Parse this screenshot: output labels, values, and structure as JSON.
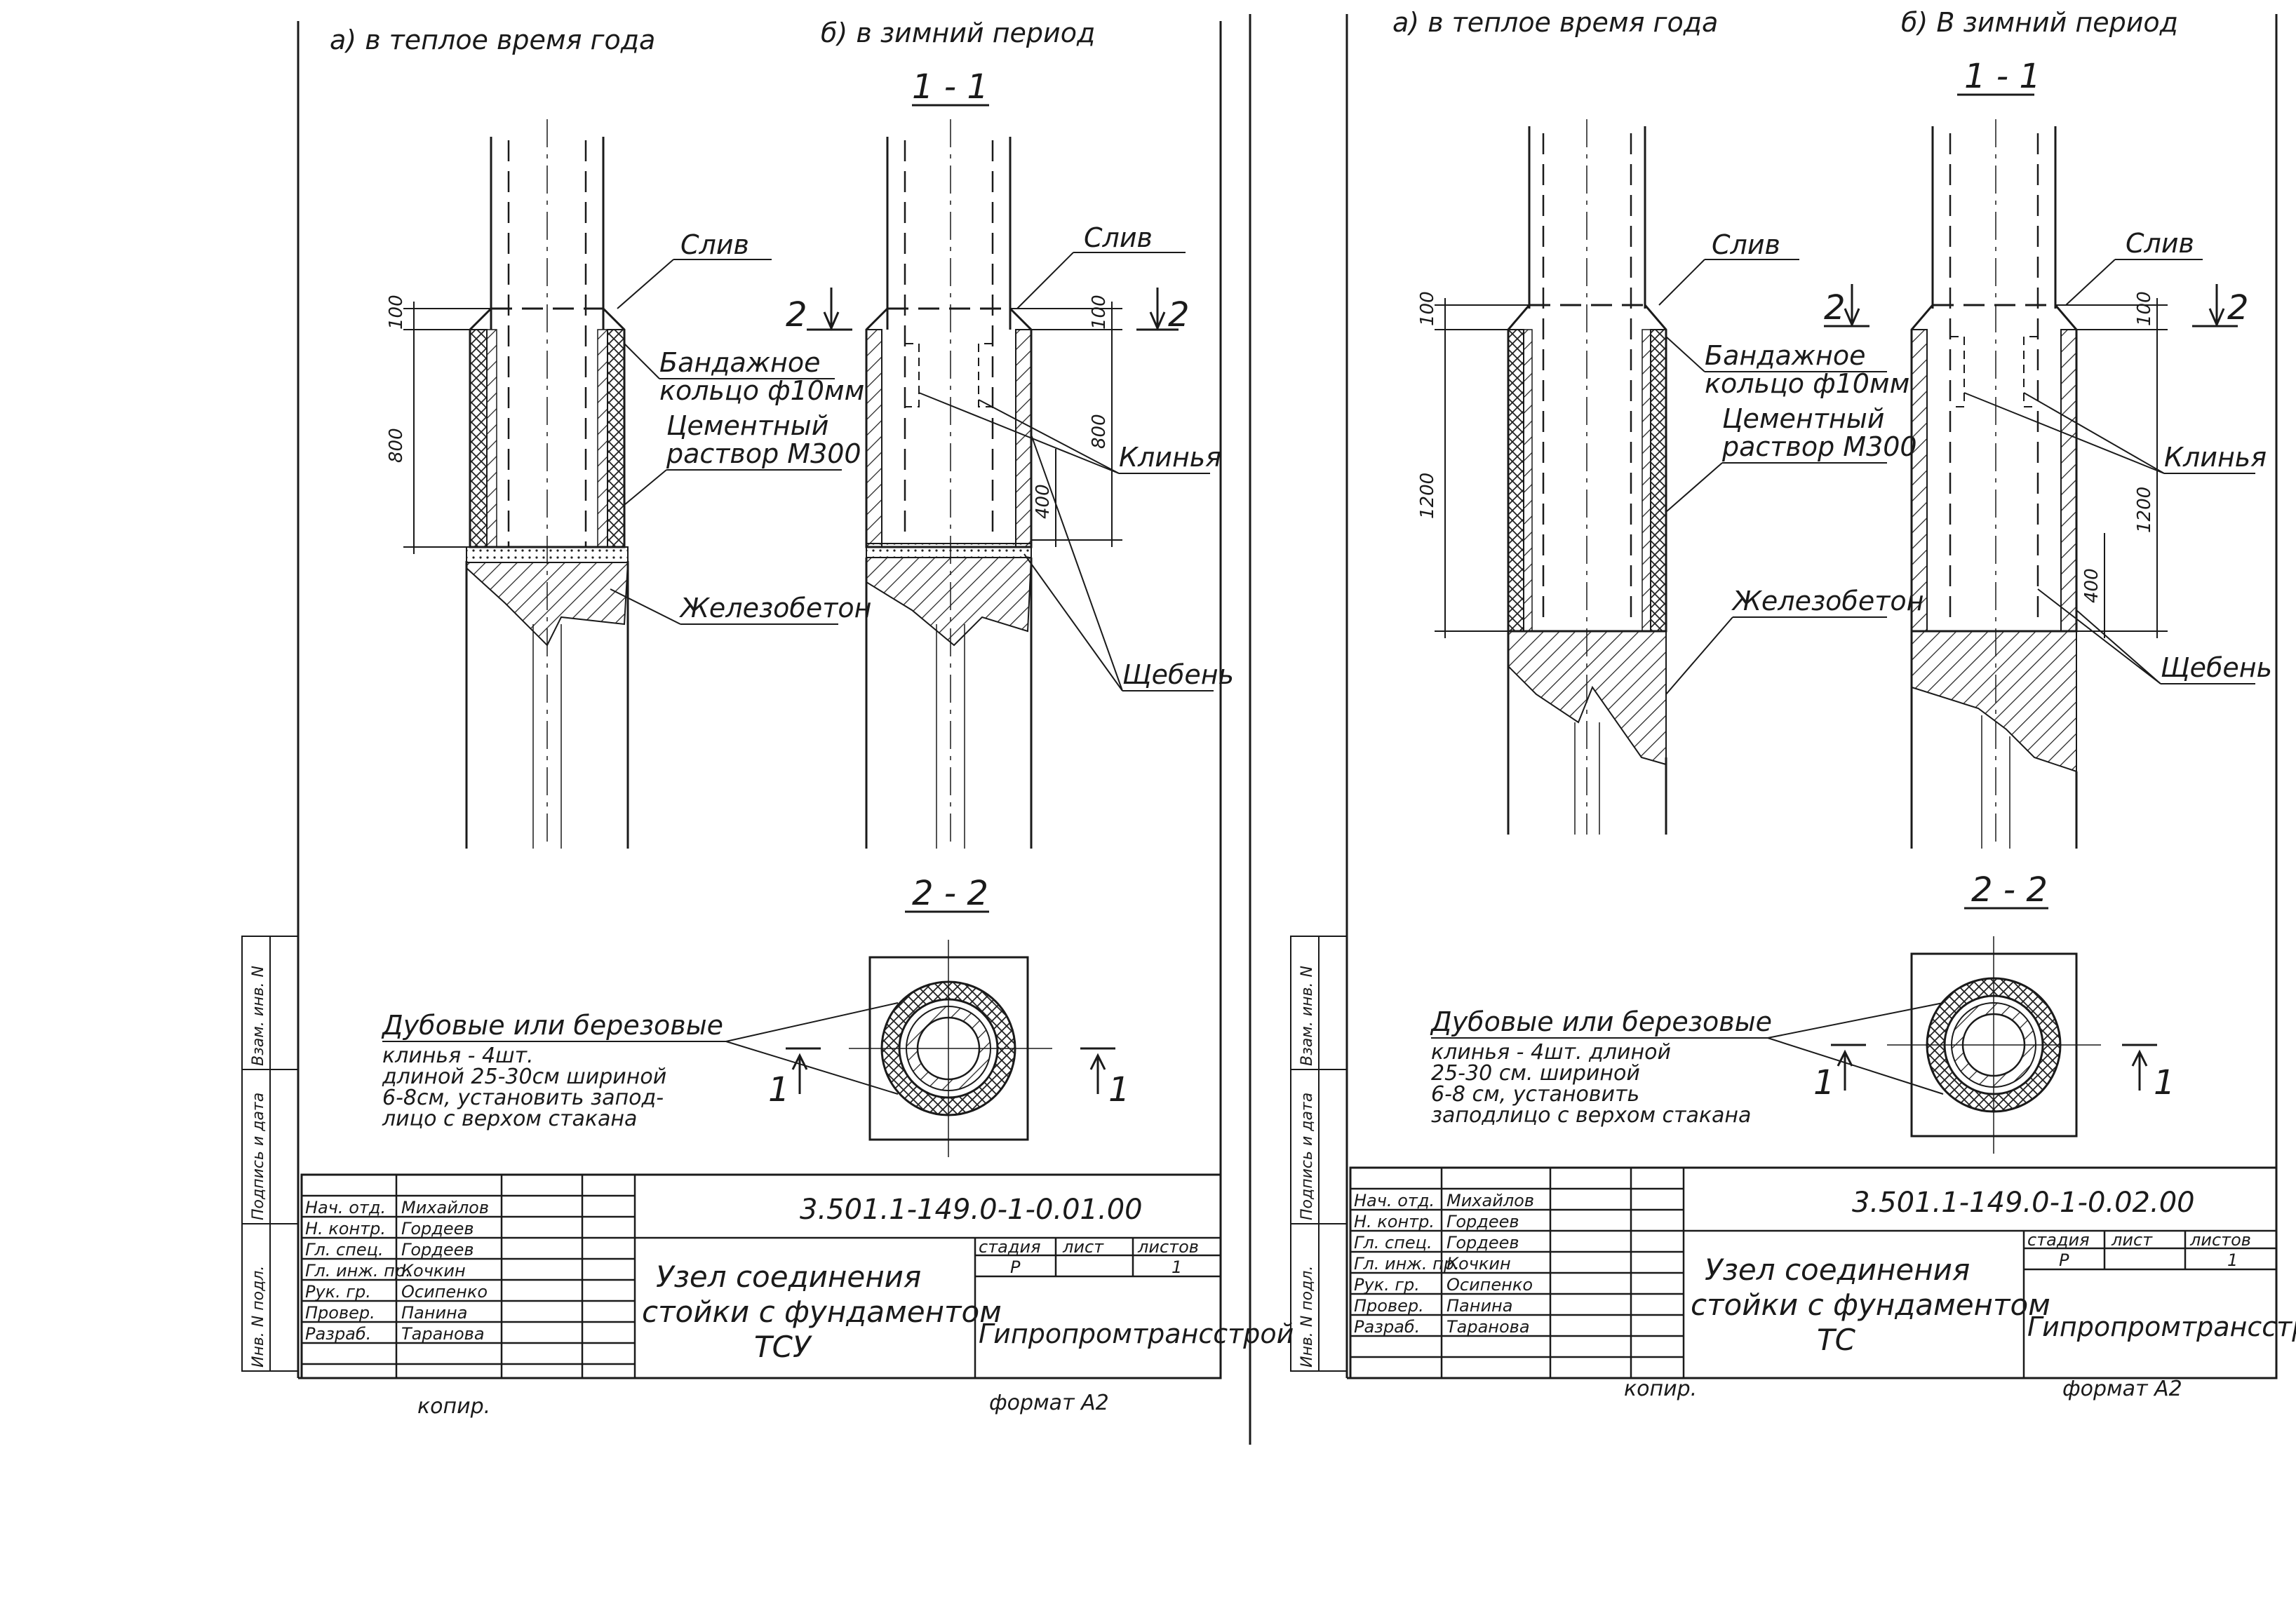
{
  "sheets": [
    {
      "caption_a": "а) в теплое время года",
      "caption_b": "б) в зимний период",
      "section_11": "1 - 1",
      "section_22": "2 - 2",
      "cut_mark": "2",
      "view_mark": "1",
      "labels": {
        "sliv_a": "Слив",
        "sliv_b": "Слив",
        "ring_1": "Бандажное",
        "ring_2": "кольцо ф10мм",
        "mortar_1": "Цементный",
        "mortar_2": "раствор М300",
        "wedges": "Клинья",
        "concrete": "Железобетон",
        "gravel": "Щебень"
      },
      "dims": {
        "top": "100",
        "depth": "800",
        "top_b": "100",
        "depth_b": "800",
        "wedge": "400"
      },
      "note": [
        "Дубовые или березовые",
        "клинья - 4шт.",
        "длиной 25-30см шириной",
        "6-8см, установить запод-",
        "лицо с верхом стакана"
      ],
      "title_block": {
        "code": "3.501.1-149.0-1-0.01.00",
        "title": [
          "Узел соединения",
          "стойки с фундаментом",
          "ТСУ"
        ],
        "stage_header": "стадия",
        "sheet_header": "лист",
        "sheets_header": "листов",
        "stage": "Р",
        "sheets_count": "1",
        "org": "Гипропромтрансстрой",
        "people": [
          {
            "role": "Нач. отд.",
            "name": "Михайлов"
          },
          {
            "role": "Н. контр.",
            "name": "Гордеев"
          },
          {
            "role": "Гл. спец.",
            "name": "Гордеев"
          },
          {
            "role": "Гл. инж. пр.",
            "name": "Кочкин"
          },
          {
            "role": "Рук. гр.",
            "name": "Осипенко"
          },
          {
            "role": "Провер.",
            "name": "Панина"
          },
          {
            "role": "Разраб.",
            "name": "Таранова"
          }
        ],
        "copied": "копир.",
        "format": "формат А2"
      },
      "side_stamps": [
        "Инв. N подл.",
        "Подпись и дата",
        "Взам. инв. N"
      ]
    },
    {
      "caption_a": "а) в теплое время года",
      "caption_b": "б) В зимний период",
      "section_11": "1 - 1",
      "section_22": "2 - 2",
      "cut_mark": "2",
      "view_mark": "1",
      "labels": {
        "sliv_a": "Слив",
        "sliv_b": "Слив",
        "ring_1": "Бандажное",
        "ring_2": "кольцо ф10мм",
        "mortar_1": "Цементный",
        "mortar_2": "раствор М300",
        "wedges": "Клинья",
        "concrete": "Железобетон",
        "gravel": "Щебень"
      },
      "dims": {
        "top": "100",
        "depth": "1200",
        "top_b": "100",
        "depth_b": "1200",
        "wedge": "400"
      },
      "note": [
        "Дубовые или березовые",
        "клинья - 4шт. длиной",
        "25-30 см. шириной",
        "6-8 см, установить",
        "заподлицо с верхом стакана"
      ],
      "title_block": {
        "code": "3.501.1-149.0-1-0.02.00",
        "title": [
          "Узел соединения",
          "стойки с фундаментом",
          "ТС"
        ],
        "stage_header": "стадия",
        "sheet_header": "лист",
        "sheets_header": "листов",
        "stage": "Р",
        "sheets_count": "1",
        "org": "Гипропромтрансстрой",
        "people": [
          {
            "role": "Нач. отд.",
            "name": "Михайлов"
          },
          {
            "role": "Н. контр.",
            "name": "Гордеев"
          },
          {
            "role": "Гл. спец.",
            "name": "Гордеев"
          },
          {
            "role": "Гл. инж. пр.",
            "name": "Кочкин"
          },
          {
            "role": "Рук. гр.",
            "name": "Осипенко"
          },
          {
            "role": "Провер.",
            "name": "Панина"
          },
          {
            "role": "Разраб.",
            "name": "Таранова"
          }
        ],
        "copied": "копир.",
        "format": "формат А2"
      },
      "side_stamps": [
        "Инв. N подл.",
        "Подпись и дата",
        "Взам. инв. N"
      ]
    }
  ]
}
